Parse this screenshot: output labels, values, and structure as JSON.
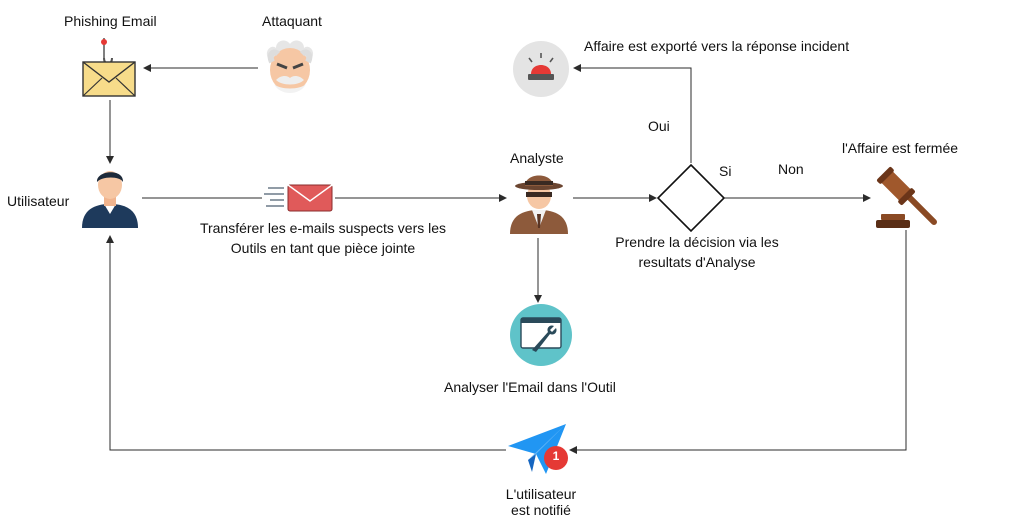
{
  "labels": {
    "phishing_email": "Phishing Email",
    "attacker": "Attaquant",
    "user": "Utilisateur",
    "forward_line1": "Transférer les e-mails suspects vers les",
    "forward_line2": "Outils en tant que pièce jointe",
    "analyst": "Analyste",
    "analyze_tool": "Analyser l'Email dans l'Outil",
    "exported": "Affaire est exporté vers la réponse incident",
    "yes": "Oui",
    "if": "Si",
    "no": "Non",
    "decision_line1": "Prendre la décision via les",
    "decision_line2": "resultats d'Analyse",
    "closed": "l'Affaire est fermée",
    "notified_line1": "L'utilisateur",
    "notified_line2": "est notifié",
    "notification_count": "1"
  },
  "icons": {
    "phishing": "phishing-envelope-icon",
    "attacker": "angry-old-man-icon",
    "user": "user-avatar-icon",
    "mail": "fast-mail-icon",
    "analyst": "detective-icon",
    "alarm": "siren-alarm-icon",
    "decision": "decision-diamond",
    "gavel": "judge-gavel-icon",
    "tool": "wrench-screen-icon",
    "notify": "paper-plane-icon"
  },
  "colors": {
    "line": "#2b2b2b",
    "envelope": "#f7dc8a",
    "badge": "#e53935",
    "plane": "#2196f3",
    "teal": "#5fc3c9",
    "detective": "#8d5a3b",
    "user_jacket": "#1e3a5c",
    "gavel": "#8a4a24"
  }
}
